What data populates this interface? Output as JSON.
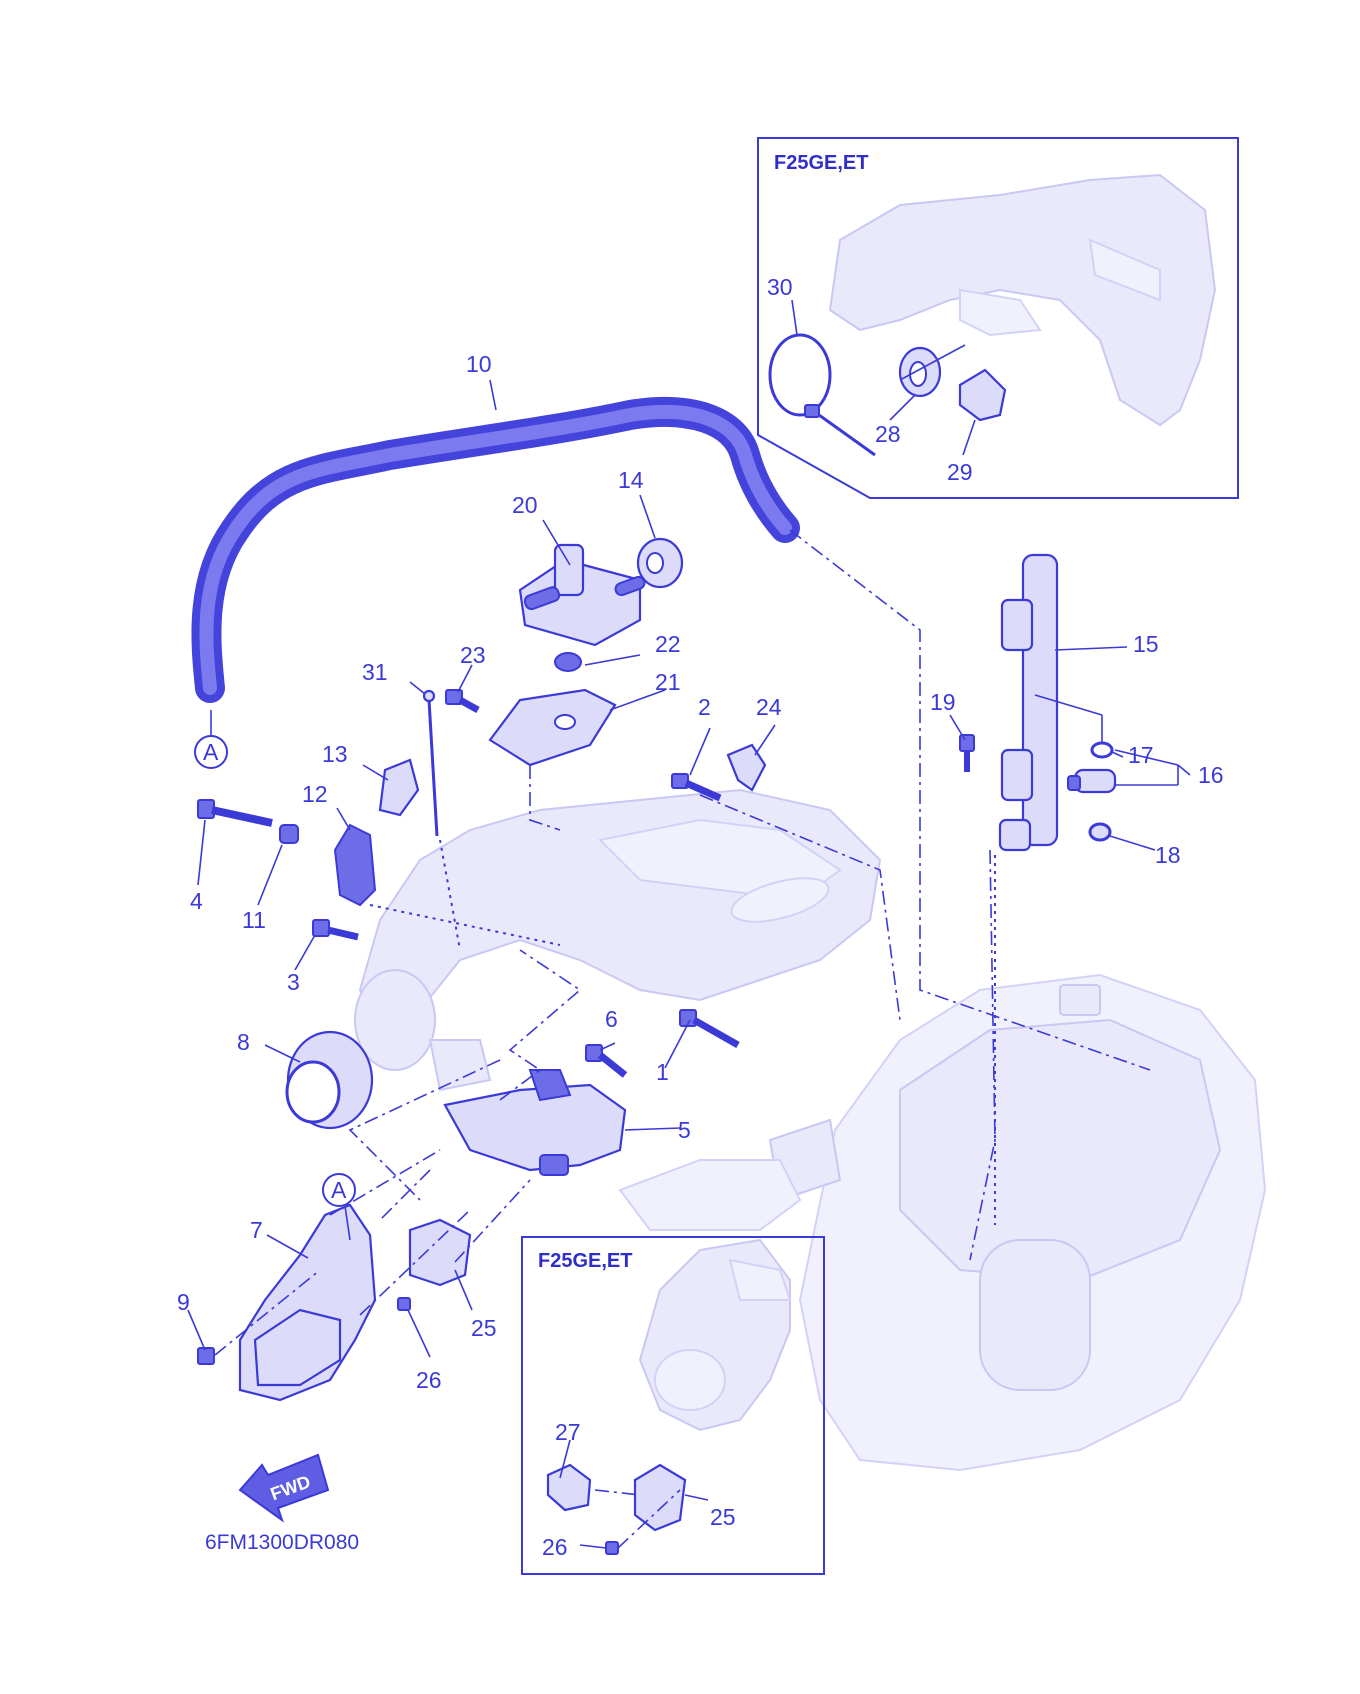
{
  "insets": [
    {
      "title": "F25GE,ET"
    },
    {
      "title": "F25GE,ET"
    }
  ],
  "callouts": [
    "1",
    "2",
    "3",
    "4",
    "5",
    "6",
    "7",
    "8",
    "9",
    "10",
    "11",
    "12",
    "13",
    "14",
    "15",
    "16",
    "17",
    "18",
    "19",
    "20",
    "21",
    "22",
    "23",
    "24",
    "25",
    "26",
    "27",
    "28",
    "29",
    "30",
    "31"
  ],
  "inset_callouts": {
    "top": [
      "28",
      "29",
      "30"
    ],
    "bottom": [
      "25",
      "26",
      "27"
    ]
  },
  "ref_marker": "A",
  "fwd_label": "FWD",
  "diagram_code": "6FM1300DR080",
  "colors": {
    "ink": "#3b3ad6",
    "ghost": "#e9e9fb",
    "background": "#ffffff"
  }
}
